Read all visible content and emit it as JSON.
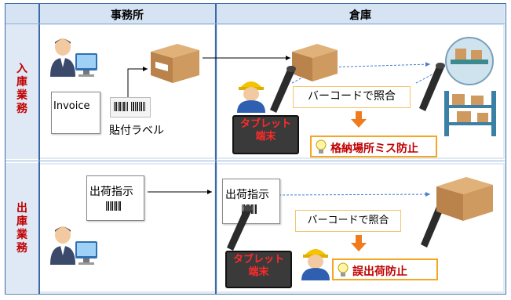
{
  "columns": {
    "office": "事務所",
    "warehouse": "倉庫"
  },
  "rows": {
    "inbound": "入庫業務",
    "outbound": "出庫業務"
  },
  "inbound": {
    "invoice_label": "Invoice",
    "label_caption": "貼付ラベル",
    "scan_callout": "バーコードで照合",
    "tablet_label": [
      "タブレット",
      "端末"
    ],
    "result": "格納場所ミス防止"
  },
  "outbound": {
    "instruction_office": "出荷指示",
    "instruction_warehouse": "出荷指示",
    "scan_callout": "バーコードで照合",
    "tablet_label": [
      "タブレット",
      "端末"
    ],
    "result": "誤出荷防止"
  },
  "colors": {
    "border": "#3c6aa6",
    "header_bg": "#d6e3f3",
    "row_bg": "#dfe9f5",
    "alert": "#c00000",
    "accent": "#f5a623"
  }
}
